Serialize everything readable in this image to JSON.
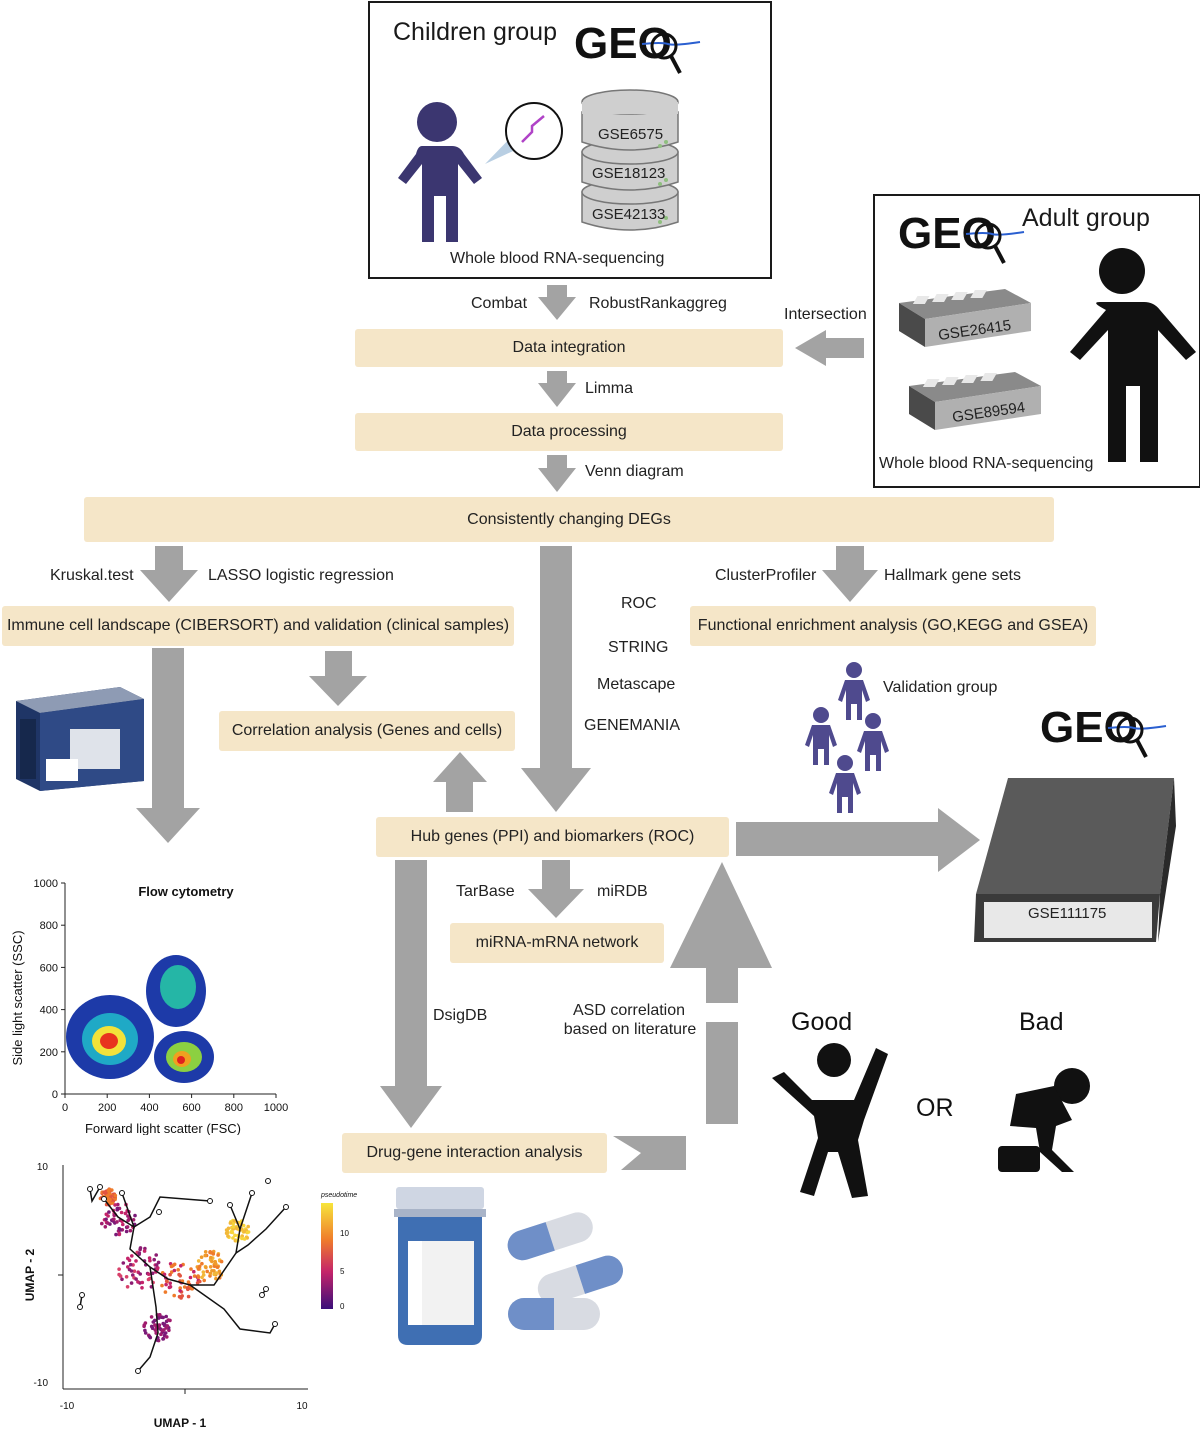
{
  "children_group": {
    "title": "Children group",
    "datasets": [
      "GSE6575",
      "GSE18123",
      "GSE42133"
    ],
    "caption": "Whole blood RNA-sequencing",
    "logo_text": "GEO"
  },
  "adult_group": {
    "title": "Adult group",
    "datasets": [
      "GSE26415",
      "GSE89594"
    ],
    "caption": "Whole blood RNA-sequencing",
    "logo_text": "GEO"
  },
  "labels": {
    "combat": "Combat",
    "robust": "RobustRankaggreg",
    "intersection": "Intersection",
    "limma": "Limma",
    "venn": "Venn diagram",
    "kruskal": "Kruskal.test",
    "lasso": "LASSO logistic regression",
    "clusterprofiler": "ClusterProfiler",
    "hallmark": "Hallmark gene sets",
    "roc": "ROC",
    "string": "STRING",
    "metascape": "Metascape",
    "genemania": "GENEMANIA",
    "validation_group": "Validation group",
    "tarbase": "TarBase",
    "mirdb": "miRDB",
    "dsigdb": "DsigDB",
    "asd_line1": "ASD correlation",
    "asd_line2": "based on literature",
    "good": "Good",
    "bad": "Bad",
    "or": "OR"
  },
  "boxes": {
    "data_integration": "Data integration",
    "data_processing": "Data processing",
    "degs": "Consistently changing DEGs",
    "immune": "Immune cell landscape (CIBERSORT) and validation (clinical samples)",
    "functional": "Functional enrichment analysis (GO,KEGG and GSEA)",
    "correlation": "Correlation analysis (Genes and cells)",
    "hub": "Hub genes (PPI) and biomarkers (ROC)",
    "mirna": "miRNA-mRNA network",
    "drug": "Drug-gene interaction analysis"
  },
  "validation_dataset": "GSE111175",
  "flow_cytometry": {
    "title": "Flow cytometry",
    "xlabel": "Forward light scatter (FSC)",
    "ylabel": "Side light scatter (SSC)",
    "xticks": [
      "0",
      "200",
      "400",
      "600",
      "800",
      "1000"
    ],
    "yticks": [
      "0",
      "200",
      "400",
      "600",
      "800",
      "1000"
    ]
  },
  "umap": {
    "xlabel": "UMAP - 1",
    "ylabel": "UMAP - 2",
    "xticks": [
      "-10",
      "10"
    ],
    "yticks": [
      "10",
      "-10"
    ],
    "legend_title": "pseudotime",
    "legend_ticks": [
      "10",
      "5",
      "0"
    ]
  },
  "colors": {
    "box_fill": "#f5e6c8",
    "arrow": "#a3a3a3",
    "person_children": "#3b3670",
    "person_validation": "#4f4a8e",
    "dark": "#1a1a1a"
  }
}
